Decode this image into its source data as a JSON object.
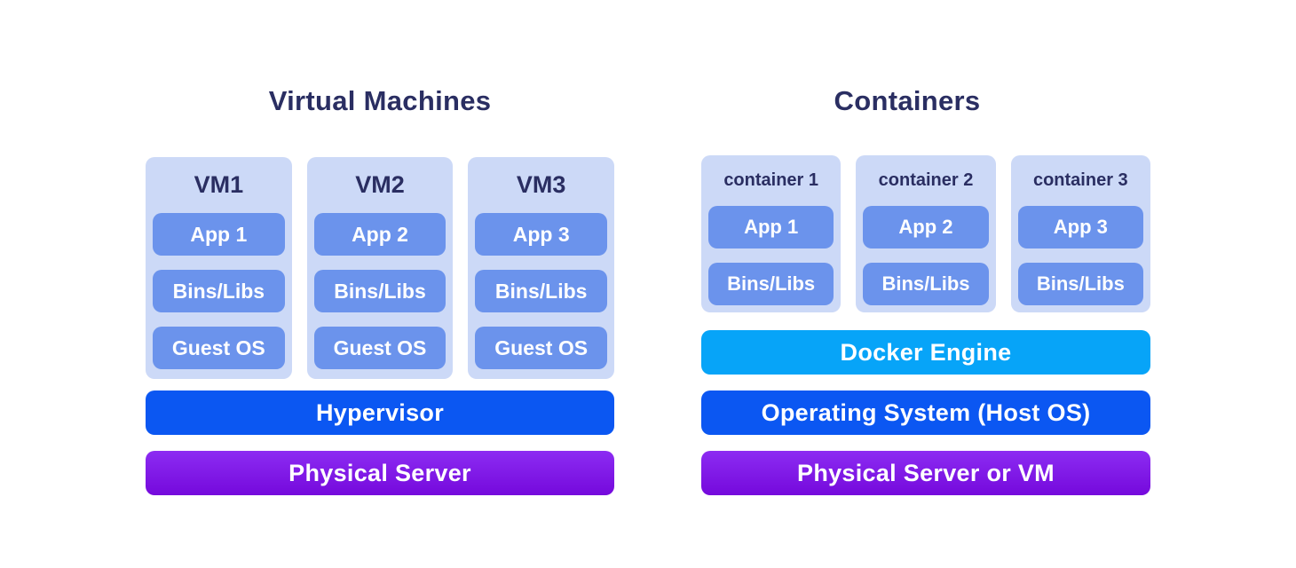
{
  "colors": {
    "canvas-bg": "#ffffff",
    "heading-text": "#2a2e62",
    "card-bg": "#ccd9f7",
    "layer-bg": "#6b93ec",
    "layer-text": "#ffffff",
    "bar-blue": "#0b57f2",
    "bar-cyan": "#07a4f8",
    "bar-purple-top": "#8c2cf2",
    "bar-purple-bottom": "#7509dc",
    "bar-text": "#ffffff"
  },
  "vm_section": {
    "title": "Virtual Machines",
    "stacks": [
      {
        "name": "VM1",
        "layers": [
          "App 1",
          "Bins/Libs",
          "Guest OS"
        ]
      },
      {
        "name": "VM2",
        "layers": [
          "App 2",
          "Bins/Libs",
          "Guest OS"
        ]
      },
      {
        "name": "VM3",
        "layers": [
          "App 3",
          "Bins/Libs",
          "Guest OS"
        ]
      }
    ],
    "bars": [
      {
        "label": "Hypervisor",
        "style": "blue"
      },
      {
        "label": "Physical Server",
        "style": "purple"
      }
    ]
  },
  "container_section": {
    "title": "Containers",
    "stacks": [
      {
        "name": "container 1",
        "layers": [
          "App 1",
          "Bins/Libs"
        ]
      },
      {
        "name": "container 2",
        "layers": [
          "App 2",
          "Bins/Libs"
        ]
      },
      {
        "name": "container 3",
        "layers": [
          "App 3",
          "Bins/Libs"
        ]
      }
    ],
    "bars": [
      {
        "label": "Docker Engine",
        "style": "cyan"
      },
      {
        "label": "Operating System (Host OS)",
        "style": "blue"
      },
      {
        "label": "Physical Server or VM",
        "style": "purple"
      }
    ]
  }
}
